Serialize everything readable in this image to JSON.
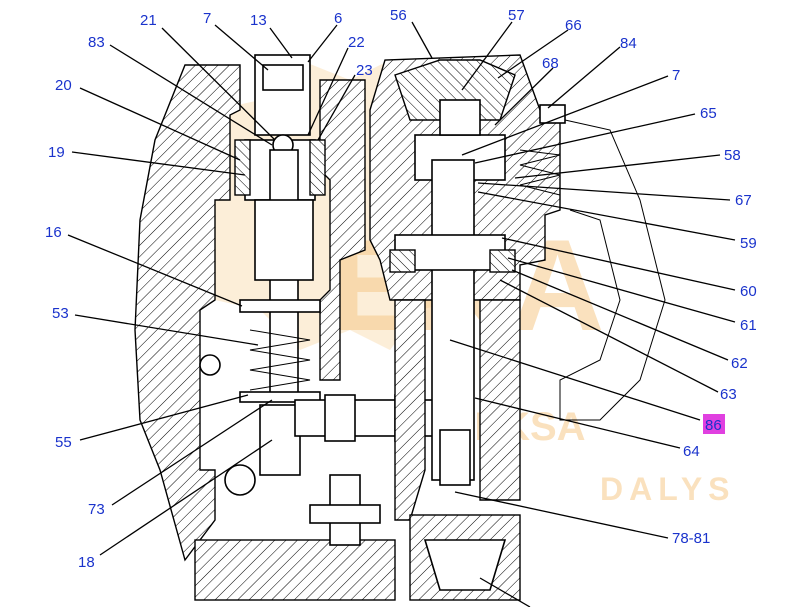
{
  "watermark": {
    "main": "EKA",
    "sub1": "ZEKSA",
    "sub2": "DALYS"
  },
  "callouts": [
    {
      "id": "c7a",
      "text": "7"
    },
    {
      "id": "c13",
      "text": "13"
    },
    {
      "id": "c6",
      "text": "6"
    },
    {
      "id": "c21",
      "text": "21"
    },
    {
      "id": "c83",
      "text": "83"
    },
    {
      "id": "c22",
      "text": "22"
    },
    {
      "id": "c23",
      "text": "23"
    },
    {
      "id": "c20",
      "text": "20"
    },
    {
      "id": "c19",
      "text": "19"
    },
    {
      "id": "c16",
      "text": "16"
    },
    {
      "id": "c53",
      "text": "53"
    },
    {
      "id": "c55",
      "text": "55"
    },
    {
      "id": "c73",
      "text": "73"
    },
    {
      "id": "c18",
      "text": "18"
    },
    {
      "id": "c56",
      "text": "56"
    },
    {
      "id": "c57",
      "text": "57"
    },
    {
      "id": "c66",
      "text": "66"
    },
    {
      "id": "c84",
      "text": "84"
    },
    {
      "id": "c68",
      "text": "68"
    },
    {
      "id": "c7b",
      "text": "7"
    },
    {
      "id": "c65",
      "text": "65"
    },
    {
      "id": "c58",
      "text": "58"
    },
    {
      "id": "c67",
      "text": "67"
    },
    {
      "id": "c59",
      "text": "59"
    },
    {
      "id": "c60",
      "text": "60"
    },
    {
      "id": "c61",
      "text": "61"
    },
    {
      "id": "c62",
      "text": "62"
    },
    {
      "id": "c63",
      "text": "63"
    },
    {
      "id": "c86",
      "text": "86",
      "highlight": "#e040e0"
    },
    {
      "id": "c64",
      "text": "64"
    },
    {
      "id": "c7881",
      "text": "78-81"
    }
  ]
}
